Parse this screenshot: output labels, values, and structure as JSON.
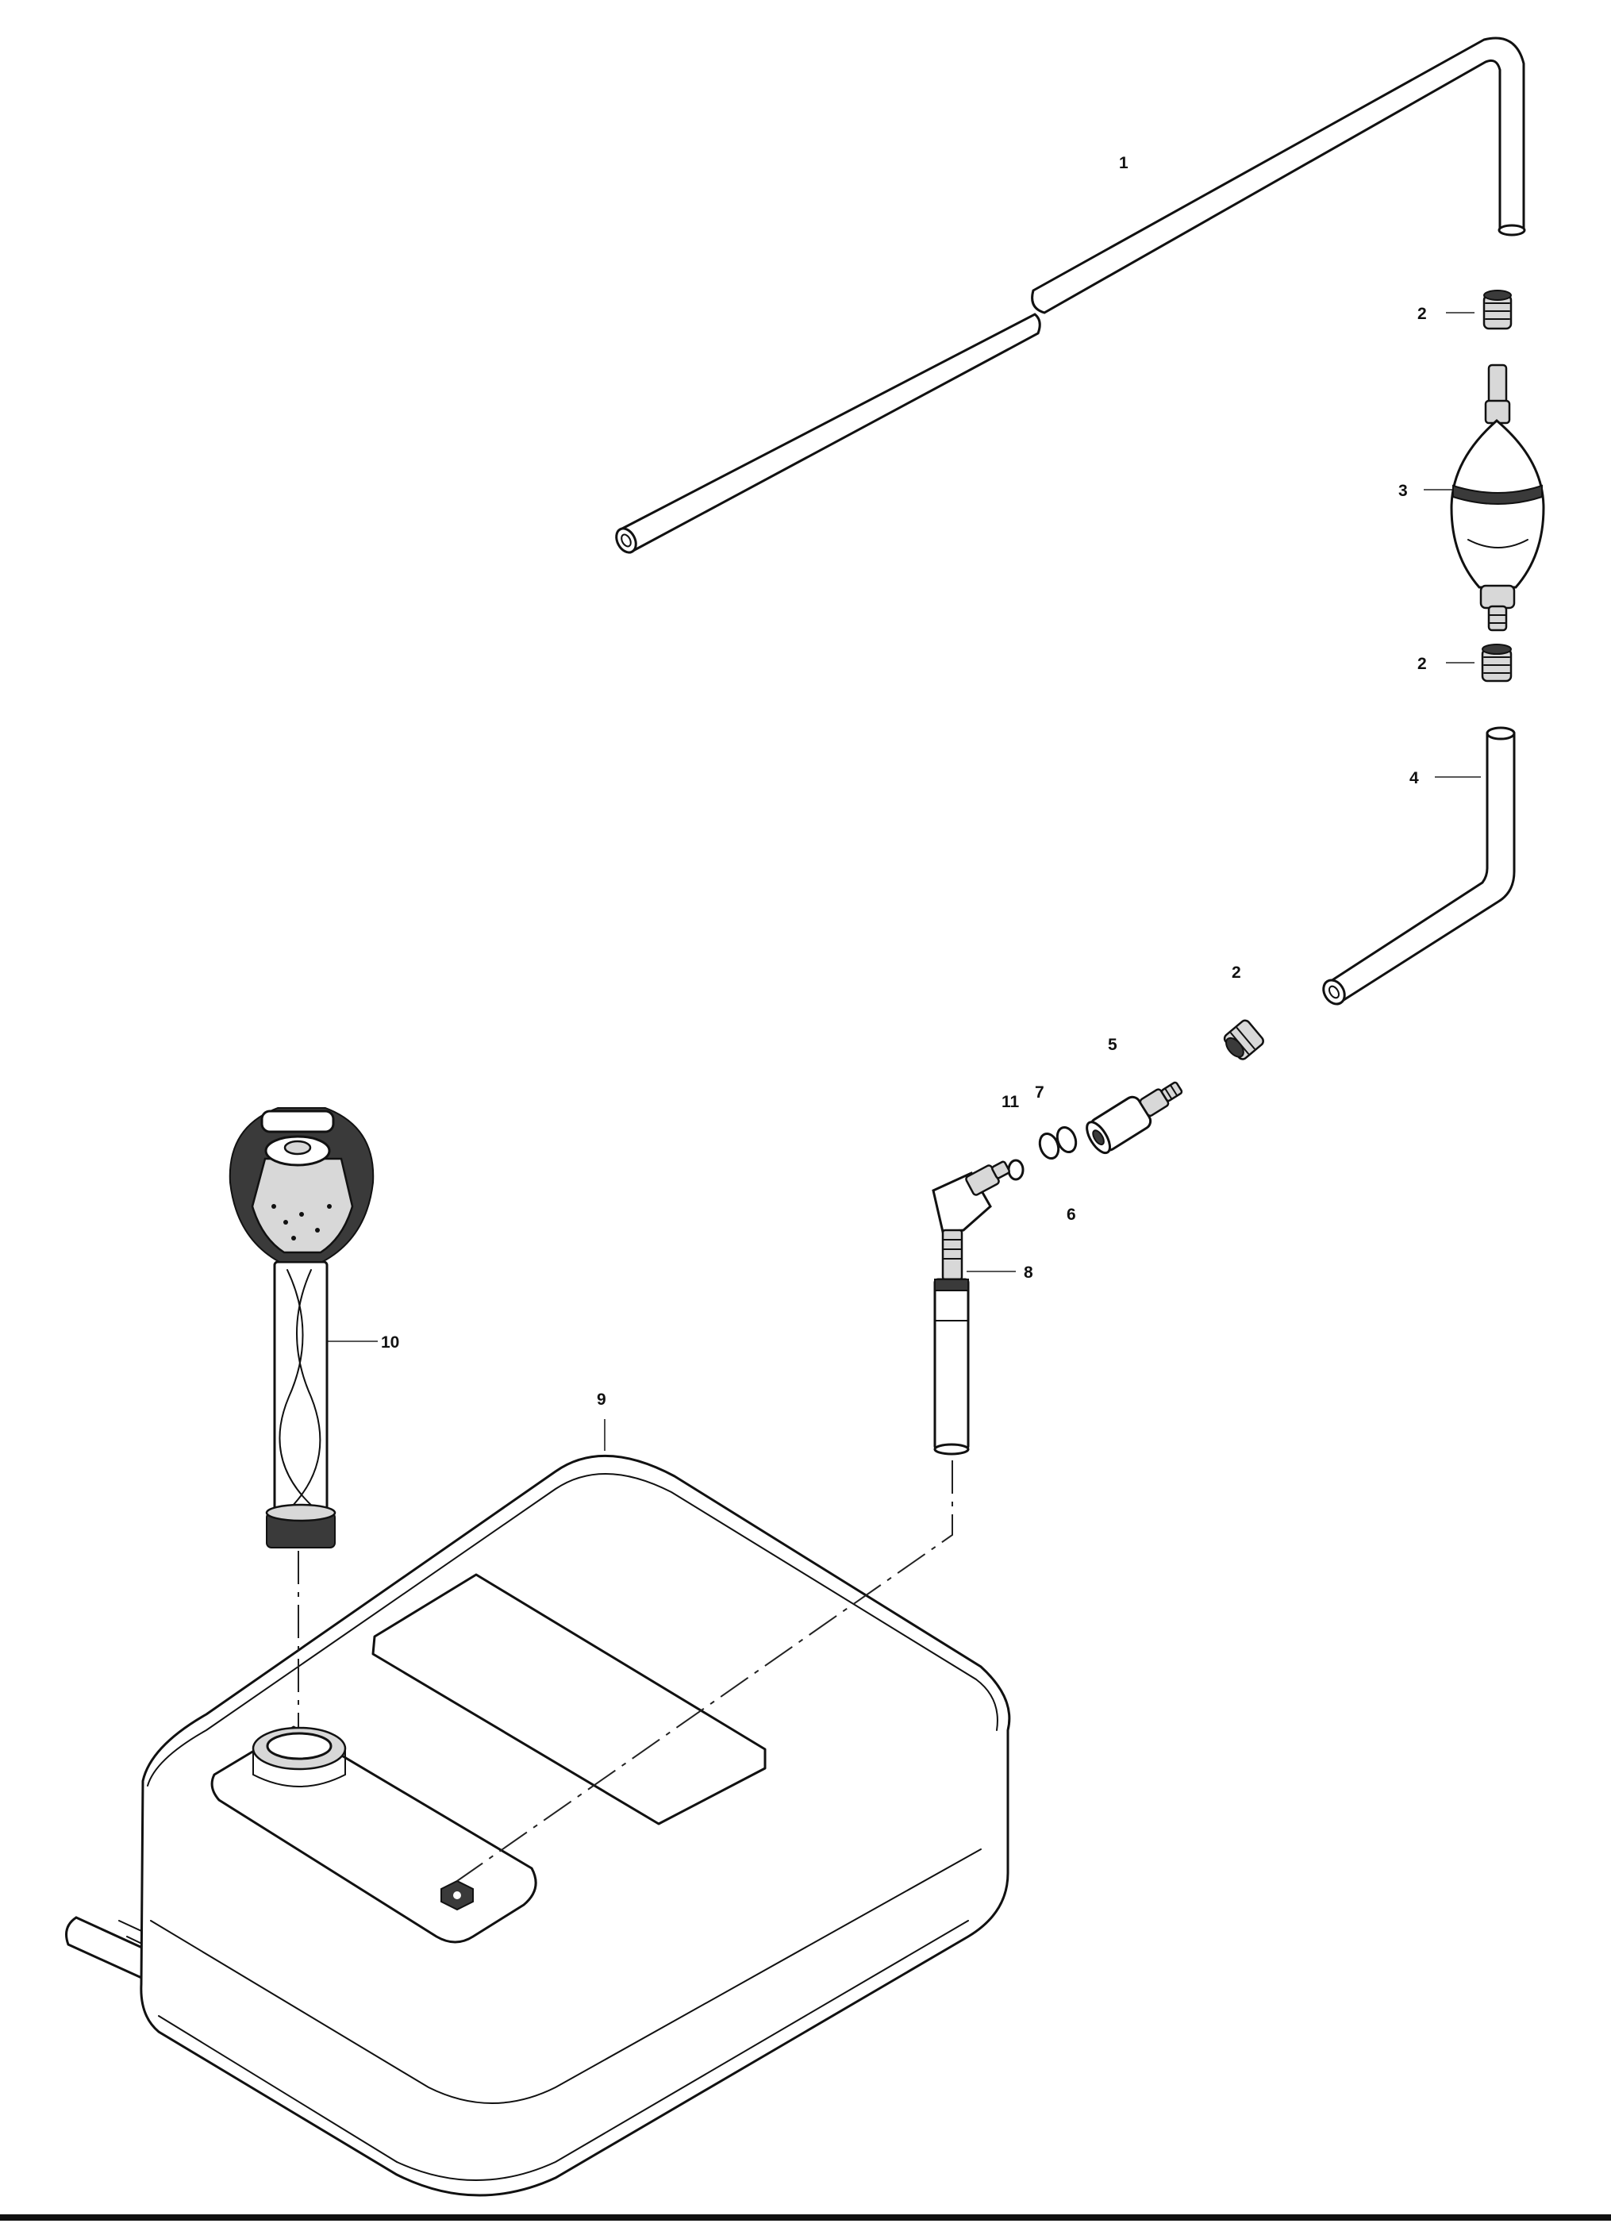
{
  "labels": {
    "item1": "1",
    "item2a": "2",
    "item2b": "2",
    "item2c": "2",
    "item3": "3",
    "item4": "4",
    "item5": "5",
    "item6": "6",
    "item7": "7",
    "item8": "8",
    "item9": "9",
    "item10": "10",
    "item11": "11"
  }
}
